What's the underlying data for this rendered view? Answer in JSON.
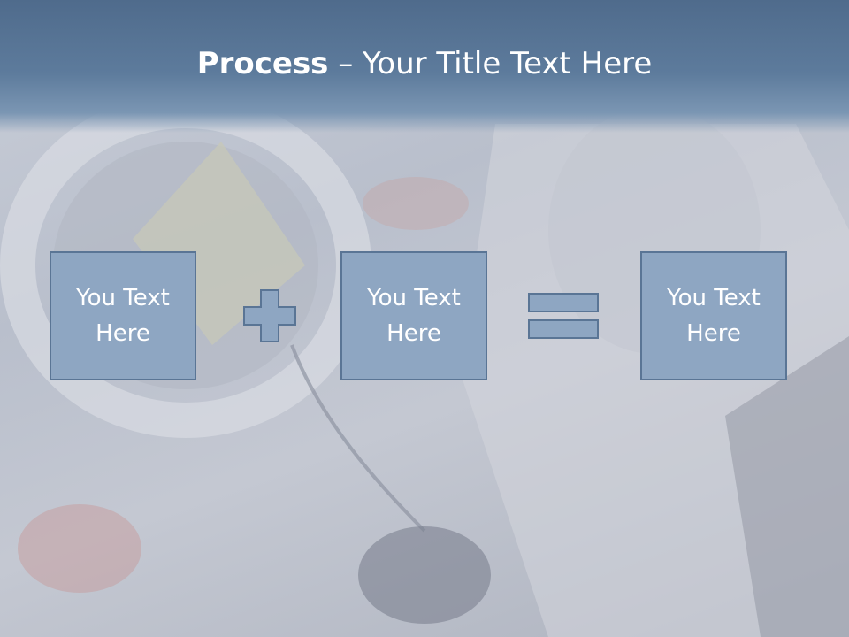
{
  "slide": {
    "title_bold": "Process",
    "title_rest": " – Your Title Text Here",
    "boxes": [
      {
        "label": "You Text\nHere"
      },
      {
        "label": "You Text\nHere"
      },
      {
        "label": "You Text\nHere"
      }
    ],
    "operators": [
      "plus-icon",
      "equals-icon"
    ],
    "colors": {
      "header": "#5d7b9c",
      "box_fill": "#8ea6c2",
      "box_border": "#5a7595",
      "text": "#ffffff"
    }
  }
}
